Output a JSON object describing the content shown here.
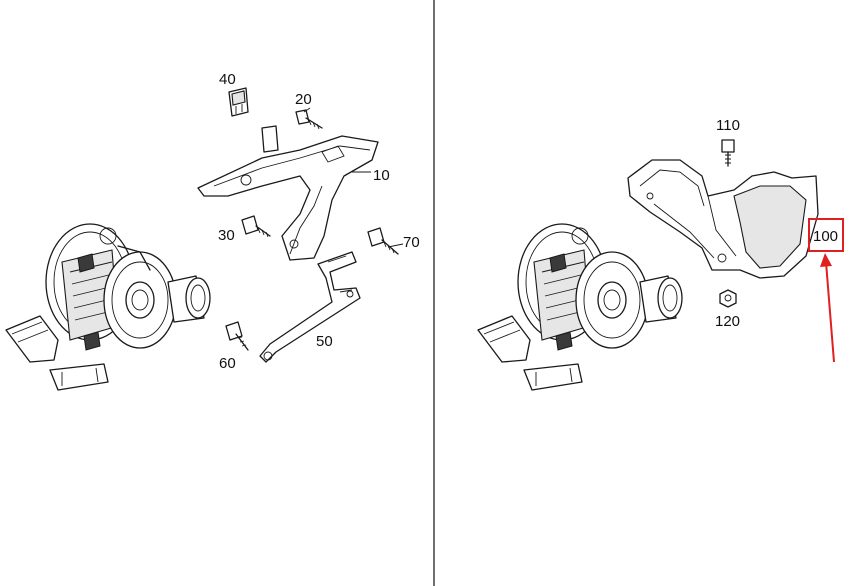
{
  "left_panel": {
    "callouts": [
      {
        "id": "c40",
        "label": "40"
      },
      {
        "id": "c20",
        "label": "20"
      },
      {
        "id": "c10",
        "label": "10"
      },
      {
        "id": "c30",
        "label": "30"
      },
      {
        "id": "c70",
        "label": "70"
      },
      {
        "id": "c60",
        "label": "60"
      },
      {
        "id": "c50",
        "label": "50"
      }
    ]
  },
  "right_panel": {
    "callouts": [
      {
        "id": "c110",
        "label": "110"
      },
      {
        "id": "c100",
        "label": "100"
      },
      {
        "id": "c120",
        "label": "120"
      }
    ],
    "highlighted_callout": "100",
    "highlight_color": "#e02020"
  }
}
